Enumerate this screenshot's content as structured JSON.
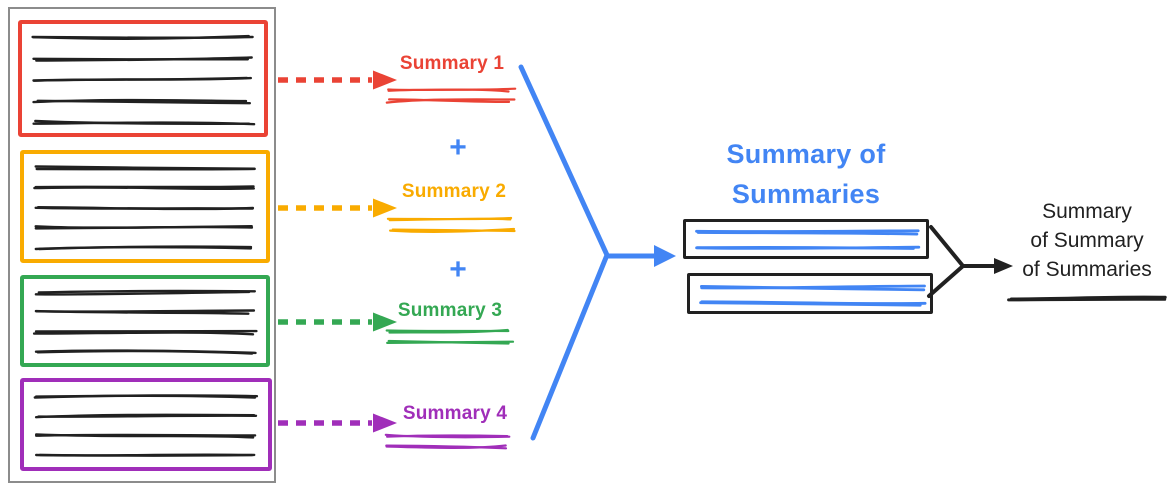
{
  "diagram": {
    "colors": {
      "blue": "#4285F4",
      "ink": "#212121",
      "container_border": "#8C8C8C"
    },
    "plus_sign": "+",
    "source_documents": [
      {
        "summary_label": "Summary 1",
        "color": "#EA4335",
        "text_lines": 5,
        "summary_scribble_lines": 2
      },
      {
        "summary_label": "Summary 2",
        "color": "#F9AB00",
        "text_lines": 5,
        "summary_scribble_lines": 2
      },
      {
        "summary_label": "Summary 3",
        "color": "#34A853",
        "text_lines": 4,
        "summary_scribble_lines": 2
      },
      {
        "summary_label": "Summary 4",
        "color": "#A02EB9",
        "text_lines": 4,
        "summary_scribble_lines": 2
      }
    ],
    "combined_summary": {
      "title_line1": "Summary of",
      "title_line2": "Summaries",
      "box_count": 2,
      "lines_per_box": 2
    },
    "final_summary": {
      "label_line1": "Summary",
      "label_line2": "of Summary",
      "label_line3": "of Summaries",
      "underline_lines": 1
    }
  }
}
